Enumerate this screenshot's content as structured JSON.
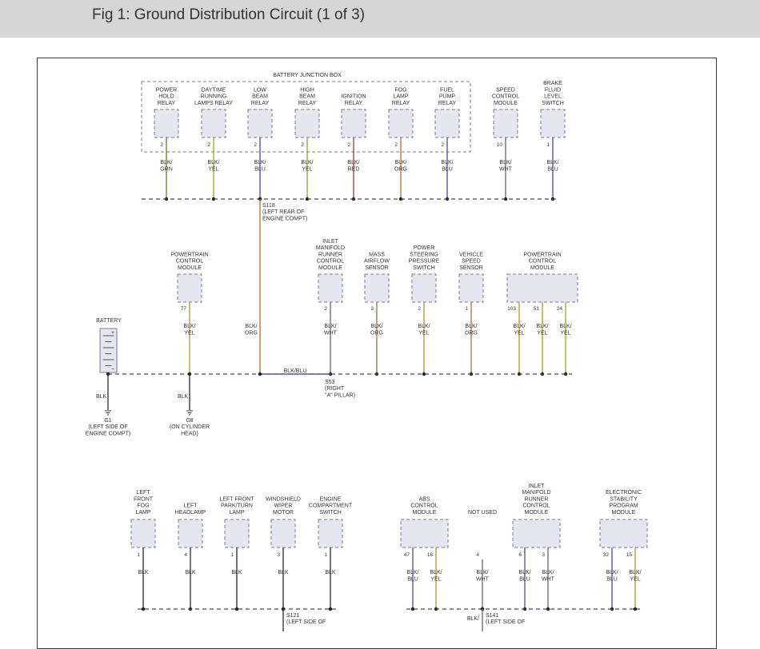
{
  "title": "Fig 1: Ground Distribution Circuit (1 of 3)",
  "colors": {
    "frame": "#3a3a3a",
    "box": "#7a7a8a",
    "fill": "#e6e6f2",
    "bus": "#4a4a4a",
    "wire": {
      "BLK/GRN": "#6f8a3c",
      "BLK/YEL": "#a8a23c",
      "BLK/BLU": "#5858a6",
      "BLK/RED": "#a04848",
      "BLK/ORG": "#b07a46",
      "BLK/WHT": "#707070",
      "BLK": "#3a3a3a"
    }
  },
  "junction_box": {
    "label": "BATTERY JUNCTION BOX"
  },
  "rows": [
    {
      "id": "row1",
      "components": [
        {
          "label": [
            "POWER",
            "HOLD",
            "RELAY"
          ],
          "pins": [
            {
              "num": "2",
              "wire": [
                "BLK/",
                "GRN"
              ],
              "color": "BLK/GRN"
            }
          ]
        },
        {
          "label": [
            "DAYTIME",
            "RUNNING",
            "LAMPS RELAY"
          ],
          "pins": [
            {
              "num": "2",
              "wire": [
                "BLK/",
                "YEL"
              ],
              "color": "BLK/YEL"
            }
          ]
        },
        {
          "label": [
            "LOW",
            "BEAM",
            "RELAY"
          ],
          "pins": [
            {
              "num": "2",
              "wire": [
                "BLK/",
                "BLU"
              ],
              "color": "BLK/BLU"
            }
          ]
        },
        {
          "label": [
            "HIGH",
            "BEAM",
            "RELAY"
          ],
          "pins": [
            {
              "num": "2",
              "wire": [
                "BLK/",
                "YEL"
              ],
              "color": "BLK/YEL"
            }
          ]
        },
        {
          "label": [
            "IGNITION",
            "RELAY"
          ],
          "pins": [
            {
              "num": "2",
              "wire": [
                "BLK/",
                "RED"
              ],
              "color": "BLK/RED"
            }
          ]
        },
        {
          "label": [
            "FOG",
            "LAMP",
            "RELAY"
          ],
          "pins": [
            {
              "num": "2",
              "wire": [
                "BLK/",
                "ORG"
              ],
              "color": "BLK/ORG"
            }
          ]
        },
        {
          "label": [
            "FUEL",
            "PUMP",
            "RELAY"
          ],
          "pins": [
            {
              "num": "2",
              "wire": [
                "BLK/",
                "BLU"
              ],
              "color": "BLK/BLU"
            }
          ]
        },
        {
          "label": [
            "SPEED",
            "CONTROL",
            "MODULE"
          ],
          "pins": [
            {
              "num": "10",
              "wire": [
                "BLK/",
                "WHT"
              ],
              "color": "BLK/WHT"
            }
          ]
        },
        {
          "label": [
            "BRAKE",
            "FLUID",
            "LEVEL",
            "SWITCH"
          ],
          "pins": [
            {
              "num": "1",
              "wire": [
                "BLK/",
                "BLU"
              ],
              "color": "BLK/BLU"
            }
          ]
        }
      ],
      "splice": {
        "name": "S118",
        "note": [
          "(LEFT REAR OF",
          "ENGINE COMPT)"
        ]
      }
    },
    {
      "id": "row2",
      "components": [
        {
          "label": [
            "POWERTRAIN",
            "CONTROL",
            "MODULE"
          ],
          "pins": [
            {
              "num": "77",
              "wire": [
                "BLK/",
                "YEL"
              ],
              "color": "BLK/YEL"
            }
          ]
        },
        {
          "label": [
            "INLET",
            "MANIFOLD",
            "RUNNER",
            "CONTROL",
            "MODULE"
          ],
          "pins": [
            {
              "num": "2",
              "wire": [
                "BLK/",
                "WHT"
              ],
              "color": "BLK/WHT"
            }
          ]
        },
        {
          "label": [
            "MASS",
            "AIRFLOW",
            "SENSOR"
          ],
          "pins": [
            {
              "num": "3",
              "wire": [
                "BLK/",
                "ORG"
              ],
              "color": "BLK/ORG"
            }
          ]
        },
        {
          "label": [
            "POWER",
            "STEERING",
            "PRESSURE",
            "SWITCH"
          ],
          "pins": [
            {
              "num": "2",
              "wire": [
                "BLK/",
                "YEL"
              ],
              "color": "BLK/YEL"
            }
          ]
        },
        {
          "label": [
            "VEHICLE",
            "SPEED",
            "SENSOR"
          ],
          "pins": [
            {
              "num": "1",
              "wire": [
                "BLK/",
                "ORG"
              ],
              "color": "BLK/ORG"
            }
          ]
        },
        {
          "label": [
            "POWERTRAIN",
            "CONTROL",
            "MODULE"
          ],
          "pins": [
            {
              "num": "103",
              "wire": [
                "BLK/",
                "YEL"
              ],
              "color": "BLK/YEL"
            },
            {
              "num": "51",
              "wire": [
                "BLK/",
                "YEL"
              ],
              "color": "BLK/YEL"
            },
            {
              "num": "24",
              "wire": [
                "BLK/",
                "YEL"
              ],
              "color": "BLK/YEL"
            }
          ]
        }
      ],
      "s118_wire": [
        "BLK/",
        "ORG"
      ],
      "bus_label": "BLK/BLU",
      "splice": {
        "name": "S53",
        "note": [
          "(RIGHT",
          "\"A\" PILLAR)"
        ]
      },
      "battery": {
        "label": "BATTERY",
        "plus": "+",
        "minus": "−"
      },
      "grounds": [
        {
          "wire": "BLK",
          "name": "G1",
          "note": [
            "(LEFT SIDE OF",
            "ENGINE COMPT)"
          ]
        },
        {
          "wire": "BLK",
          "name": "G8",
          "note": [
            "(ON CYLINDER",
            "HEAD)"
          ]
        }
      ]
    },
    {
      "id": "row3",
      "components": [
        {
          "label": [
            "LEFT",
            "FRONT",
            "FOG",
            "LAMP"
          ],
          "pins": [
            {
              "num": "1",
              "wire": [
                "BLK"
              ],
              "color": "BLK"
            }
          ]
        },
        {
          "label": [
            "LEFT",
            "HEADLAMP"
          ],
          "pins": [
            {
              "num": "4",
              "wire": [
                "BLK"
              ],
              "color": "BLK"
            }
          ]
        },
        {
          "label": [
            "LEFT FRONT",
            "PARK/TURN",
            "LAMP"
          ],
          "pins": [
            {
              "num": "1",
              "wire": [
                "BLK"
              ],
              "color": "BLK"
            }
          ]
        },
        {
          "label": [
            "WINDSHIELD",
            "WIPER",
            "MOTOR"
          ],
          "pins": [
            {
              "num": "3",
              "wire": [
                "BLK"
              ],
              "color": "BLK"
            }
          ]
        },
        {
          "label": [
            "ENGINE",
            "COMPARTMENT",
            "SWITCH"
          ],
          "pins": [
            {
              "num": "1",
              "wire": [
                "BLK"
              ],
              "color": "BLK"
            }
          ]
        },
        {
          "label": [
            "ABS",
            "CONTROL",
            "MODULE"
          ],
          "pins": [
            {
              "num": "47",
              "wire": [
                "BLK/",
                "BLU"
              ],
              "color": "BLK/BLU"
            },
            {
              "num": "16",
              "wire": [
                "BLK/",
                "YEL"
              ],
              "color": "BLK/YEL"
            }
          ]
        },
        {
          "label": [
            "NOT USED"
          ],
          "unboxed": true,
          "pins": [
            {
              "num": "4",
              "wire": [
                "BLK/",
                "WHT"
              ],
              "color": "BLK/WHT"
            }
          ]
        },
        {
          "label": [
            "INLET",
            "MANIFOLD",
            "RUNNER",
            "CONTROL",
            "MODULE"
          ],
          "pins": [
            {
              "num": "6",
              "wire": [
                "BLK/",
                "BLU"
              ],
              "color": "BLK/BLU"
            },
            {
              "num": "3",
              "wire": [
                "BLK/",
                "WHT"
              ],
              "color": "BLK/WHT"
            }
          ]
        },
        {
          "label": [
            "ELECTRONIC",
            "STABILITY",
            "PROGRAM",
            "MODULE"
          ],
          "pins": [
            {
              "num": "32",
              "wire": [
                "BLK/",
                "BLU"
              ],
              "color": "BLK/BLU"
            },
            {
              "num": "15",
              "wire": [
                "BLK/",
                "YEL"
              ],
              "color": "BLK/YEL"
            }
          ]
        }
      ],
      "splices": [
        {
          "name": "S121",
          "note": [
            "(LEFT SIDE OF"
          ]
        },
        {
          "name": "S141",
          "wire": "BLK/",
          "note": [
            "(LEFT SIDE OF"
          ]
        }
      ]
    }
  ]
}
